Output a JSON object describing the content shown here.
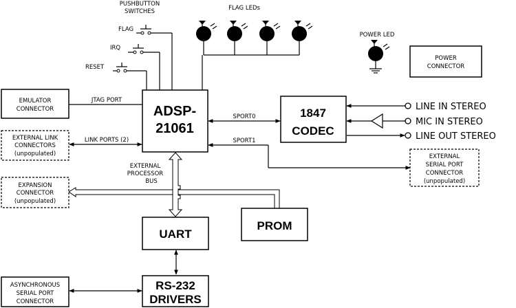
{
  "blocks": {
    "dsp": [
      "ADSP-",
      "21061"
    ],
    "codec": [
      "1847",
      "CODEC"
    ],
    "uart": "UART",
    "prom": "PROM",
    "rs232": [
      "RS-232",
      "DRIVERS"
    ],
    "emulator": [
      "EMULATOR",
      "CONNECTOR"
    ],
    "ext_link": [
      "EXTERNAL LINK",
      "CONNECTORS",
      "(unpopulated)"
    ],
    "expansion": [
      "EXPANSION",
      "CONNECTOR",
      "(unpopulated)"
    ],
    "async": [
      "ASYNCHRONOUS",
      "SERIAL PORT",
      "CONNECTOR"
    ],
    "ext_serial": [
      "EXTERNAL",
      "SERIAL PORT",
      "CONNECTOR",
      "(unpopulated)"
    ],
    "power_conn": [
      "POWER",
      "CONNECTOR"
    ]
  },
  "labels": {
    "pushbuttons": [
      "PUSHBUTTON",
      "SWITCHES"
    ],
    "flag": "FLAG",
    "irq": "IRQ",
    "reset": "RESET",
    "flag_leds": "FLAG LEDs",
    "power_led": "POWER LED",
    "jtag": "JTAG PORT",
    "link_ports": "LINK PORTS (2)",
    "sport0": "SPORT0",
    "sport1": "SPORT1",
    "ext_bus": [
      "EXTERNAL",
      "PROCESSOR",
      "BUS"
    ],
    "line_in": "LINE IN STEREO",
    "mic_in": "MIC IN STEREO",
    "line_out": "LINE OUT STEREO"
  }
}
